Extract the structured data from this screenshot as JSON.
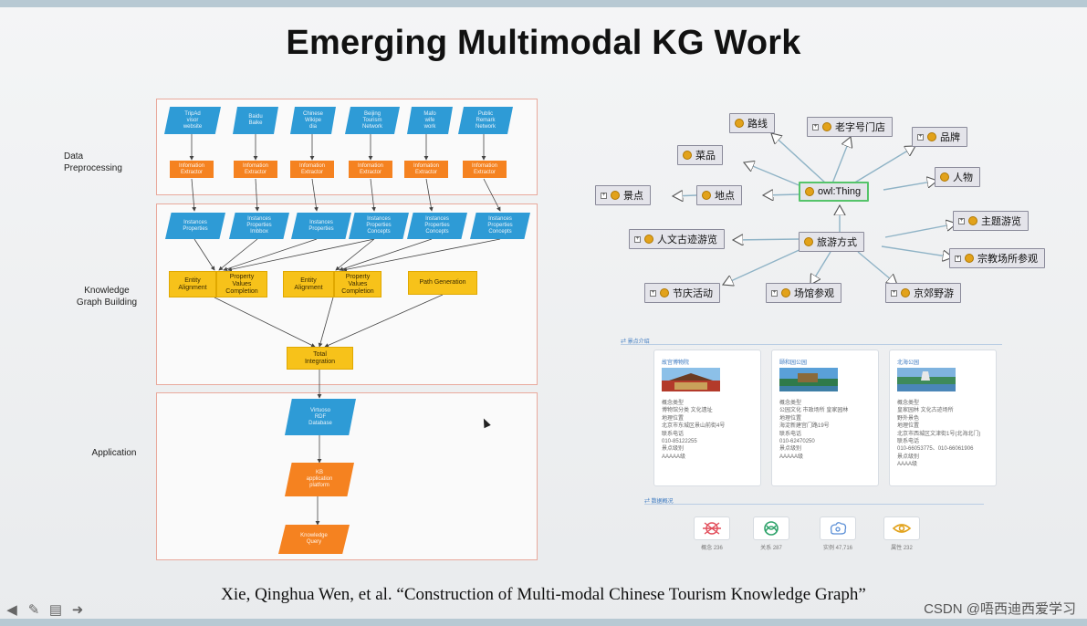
{
  "slide": {
    "title": "Emerging Multimodal KG Work",
    "citation": "Xie, Qinghua Wen, et al. “Construction of Multi-modal Chinese Tourism Knowledge Graph”",
    "watermark": "CSDN @唔西迪西爱学习"
  },
  "toolbar": [
    {
      "name": "prev-icon",
      "glyph": "◀"
    },
    {
      "name": "pen-icon",
      "glyph": "✎"
    },
    {
      "name": "menu-icon",
      "glyph": "▤"
    },
    {
      "name": "next-icon",
      "glyph": "➜"
    }
  ],
  "pipeline": {
    "sections": {
      "data_preprocessing": "Data\nPreprocessing",
      "kg_building": "Knowledge\nGraph  Building",
      "application": "Application"
    },
    "sources": [
      "TripAd\nvisor\nwebsite",
      "Baidu\nBaike",
      "Chinese\nWikipe\ndia",
      "Beijing\nTourism\nNetwork",
      "Mafo\nwife\nwork",
      "Public\nRemark\nNetwork"
    ],
    "extractors": [
      "Infomation\nExtractor",
      "Infomation\nExtractor",
      "Infomation\nExtractor",
      "Infomation\nExtractor",
      "Infomation\nExtractor",
      "Infomation\nExtractor"
    ],
    "instances": [
      "Instances\nProperties",
      "Instances\nProperties\nImbbox",
      "Instances\nProperties",
      "Instances\nProperties\nConcepts",
      "Instances\nProperties\nConcepts",
      "Instances\nProperties\nConcepts"
    ],
    "entity_alignment_1": "Entity\nAlignment",
    "property_completion_1": "Property\nValues\nCompletion",
    "entity_alignment_2": "Entity\nAlignment",
    "property_completion_2": "Property\nValues\nCompletion",
    "path_generation": "Path  Generation",
    "total_integration": "Total\nIntegration",
    "virtuoso": "Virtuoso\nRDF\nDatabase",
    "kb_platform": "KB\napplication\nplatform",
    "knowledge_query": "Knowledge\nQuery"
  },
  "ontology": {
    "root": "owl:Thing",
    "travel_mode": "旅游方式",
    "nodes_top": [
      {
        "label": "路线",
        "plus": false
      },
      {
        "label": "老字号门店",
        "plus": true
      },
      {
        "label": "品牌",
        "plus": true
      },
      {
        "label": "菜品",
        "plus": false
      },
      {
        "label": "人物",
        "plus": false
      },
      {
        "label": "景点",
        "plus": true
      },
      {
        "label": "地点",
        "plus": false
      }
    ],
    "nodes_bottom": [
      {
        "label": "主题游览",
        "plus": true
      },
      {
        "label": "人文古迹游览",
        "plus": true
      },
      {
        "label": "宗教场所参观",
        "plus": true
      },
      {
        "label": "节庆活动",
        "plus": true
      },
      {
        "label": "场馆参观",
        "plus": true
      },
      {
        "label": "京郊野游",
        "plus": true
      }
    ]
  },
  "tourism_panel": {
    "header": "景点介绍",
    "cards": [
      {
        "title": "故宫博物院",
        "lines": [
          "概念类型",
          "博物馆分类  文化遗址",
          "地理位置",
          "北京市东城区景山前街4号",
          "联系电话",
          "010-85122255",
          "景点级别",
          "AAAAA级"
        ]
      },
      {
        "title": "颐和园公园",
        "lines": [
          "概念类型",
          "公园文化  市政场所  皇家园林",
          "地理位置",
          "海淀新建宫门路19号",
          "联系电话",
          "010-62470250",
          "景点级别",
          "AAAAA级"
        ]
      },
      {
        "title": "北海公园",
        "lines": [
          "概念类型",
          "皇家园林  文化古迹场所",
          "野外景色",
          "地理位置",
          "北京市西城区文津街1号(北海北门)",
          "联系电话",
          "010-66053775、010-66061906",
          "景点级别",
          "AAAA级"
        ]
      }
    ],
    "stats_header": "数据概况",
    "stats": [
      {
        "label": "概念 236",
        "icon": "network-icon",
        "color": "#e24d5a"
      },
      {
        "label": "关系 287",
        "icon": "relation-icon",
        "color": "#2fa36b"
      },
      {
        "label": "实例 47,716",
        "icon": "instance-icon",
        "color": "#5b8fd6"
      },
      {
        "label": "属性 232",
        "icon": "eye-icon",
        "color": "#e2a21b"
      }
    ]
  }
}
